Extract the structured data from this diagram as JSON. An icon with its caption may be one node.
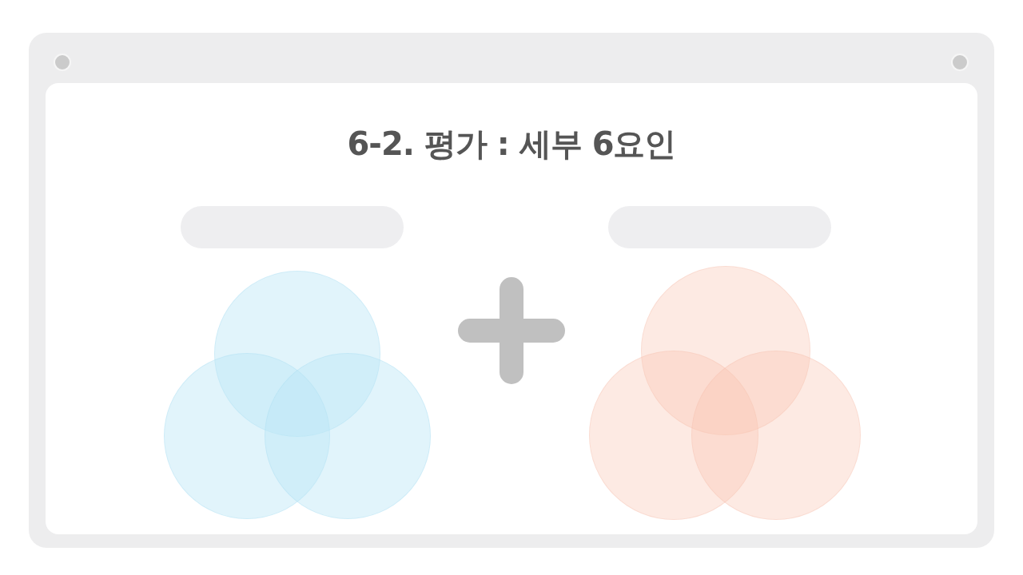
{
  "diagram": {
    "title": "6-2. 평가 : 세부 6요인",
    "nodes": [
      {
        "text": [],
        "shape": "bar"
      },
      {
        "text": [],
        "shape": "circle"
      },
      {
        "text": [],
        "shape": "circle"
      },
      {
        "text": [],
        "shape": "circle"
      },
      {
        "text": [],
        "shape": "bar"
      },
      {
        "text": [],
        "shape": "circle"
      },
      {
        "text": [],
        "shape": "circle"
      },
      {
        "text": [],
        "shape": "circle"
      }
    ]
  }
}
